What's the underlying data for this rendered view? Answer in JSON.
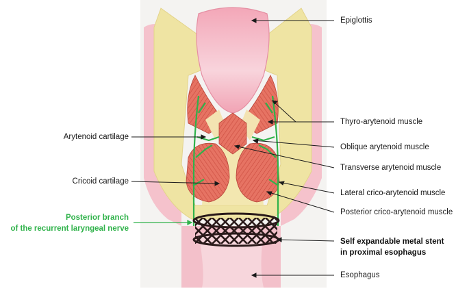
{
  "labels": {
    "epiglottis": "Epiglottis",
    "thyro_arytenoid": "Thyro-arytenoid muscle",
    "oblique_arytenoid": "Oblique arytenoid muscle",
    "transverse_arytenoid": "Transverse arytenoid muscle",
    "lateral_crico_arytenoid": "Lateral crico-arytenoid muscle",
    "posterior_crico_arytenoid": "Posterior crico-arytenoid muscle",
    "arytenoid_cartilage": "Arytenoid cartilage",
    "cricoid_cartilage": "Cricoid cartilage",
    "nerve_line1": "Posterior branch",
    "nerve_line2": "of the recurrent laryngeal nerve",
    "stent_line1": "Self expandable metal stent",
    "stent_line2": "in proximal esophagus",
    "esophagus": "Esophagus"
  },
  "colors": {
    "nerve": "#2fb24a",
    "muscle": "#e0685a",
    "cartilage": "#efe3a0",
    "mucosa": "#f3b9c4",
    "stent": "#2a1a1a"
  }
}
